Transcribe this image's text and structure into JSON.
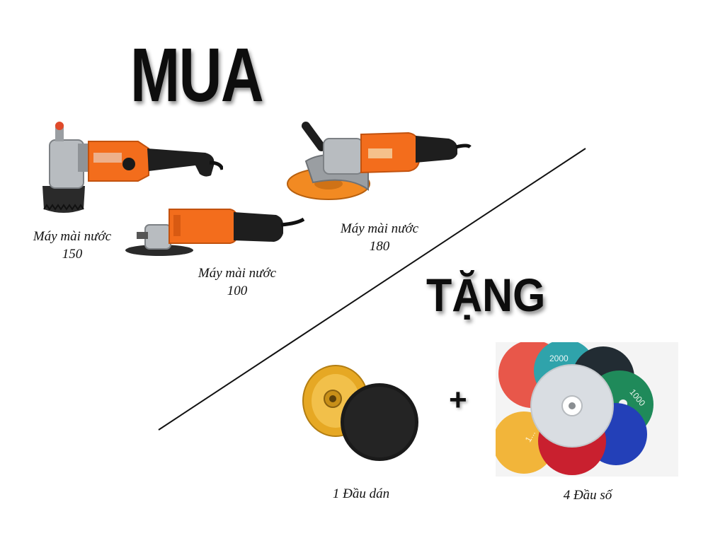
{
  "headings": {
    "buy": "MUA",
    "gift": "TẶNG",
    "plus": "+"
  },
  "products": [
    {
      "name_line": "Máy mài nước",
      "model": "150",
      "icon": "wet-angle-grinder-icon",
      "accent": "#f36d1c"
    },
    {
      "name_line": "Máy mài nước",
      "model": "100",
      "icon": "angle-grinder-icon",
      "accent": "#f36d1c"
    },
    {
      "name_line": "Máy mài nước",
      "model": "180",
      "icon": "large-angle-grinder-icon",
      "accent": "#f36d1c"
    }
  ],
  "gifts": [
    {
      "caption": "1 Đầu dán",
      "icon": "backer-pad-icon"
    },
    {
      "caption": "4 Đầu số",
      "icon": "polishing-pads-icon"
    }
  ],
  "pad_labels": [
    "2000",
    "1000",
    "1..."
  ]
}
